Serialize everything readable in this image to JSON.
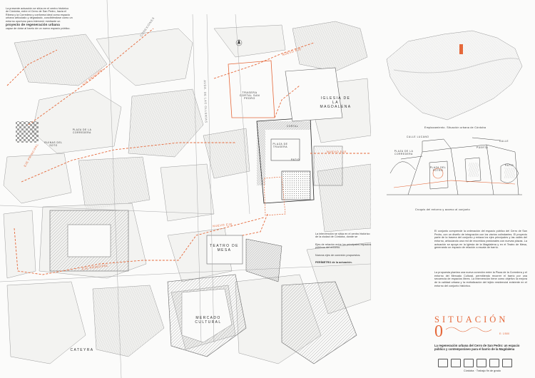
{
  "intro_text": {
    "lines": [
      "La presente actuación se sitúa en el centro histórico",
      "de Córdoba, entre el Cerro de San Pedro, hacia el",
      "Ribera y la Corredera y conforma ideal como espacio",
      "urbano articulado y degradado, concibiéndose como un",
      "entorno oportuno para intervenir mediante un"
    ],
    "highlight": "proyecto de regeneración urbana",
    "tail": "capaz de dotar al barrio de un nuevo espacio público."
  },
  "streets": {
    "principal_nw": "EJE PRINCIPAL",
    "principal_w": "EJE PRINCIPAL",
    "principal_s": "EJE PRINCIPAL",
    "nuevo_n": "NUEVO EJE",
    "nuevo_e": "NUEVO EJE",
    "nuevo_s": "NUEVO EJE",
    "conexiones": "CONEXIONES",
    "vertical": "AVDA. DE LAS OLLERÍAS"
  },
  "places": {
    "trasera": "TRASERA CORTAL SAN PEDRO",
    "plaza_trasera": "PLAZA DE TRASERA",
    "iglesia": "IGLESIA DE LA MAGDALENA",
    "teatro": "TEATRO DE MESA",
    "mercado": "MERCADO CULTURAL",
    "cateyra": "CATEYRA",
    "ruinas": "RUINAS DEL SOTO",
    "plaza_corredera": "PLAZA DE LA CORREDERA",
    "cortal_label": "CORTAL",
    "patio": "PATIO"
  },
  "legend_notes": {
    "n1": "La intervención se sitúa en el centro histórico de la ciudad de Córdoba, donde se",
    "n2": "Ejes de relación entre los principales espacios públicos del entorno.",
    "n3": "Nuevos ejes de conexión propuestos.",
    "n4": "PERÍMETRO de la actuación."
  },
  "map_caption": "Emplazamiento. Situación urbana de Córdoba",
  "sketch_caption": "Croquis del entorno y acceso al conjunto",
  "sketch_labels": {
    "a": "PLAZA DE LA CORREDERA",
    "b": "PLAZA DEL POTRO",
    "c": "CALLE LUCANO",
    "d": "PUERTA",
    "e": "CALLE",
    "f": "PATIO"
  },
  "description": {
    "p1": "El conjunto comprende la ordenación del espacio público del Cerro de San Pedro, con un diseño de integración con los viarios colindantes. El proyecto parte de la trasera del conjunto y enlaza los ejes principales y las calles del entorno, articulando una red de recorridos peatonales con nuevas plazas. La actuación se apoya en la Iglesia de la Magdalena y en el Teatro de Mesa, generando un espacio de relación a escala de barrio.",
    "p2": "La propuesta plantea una nueva conexión entre la Plaza de la Corredera y el entorno del Mercado Cultural, permitiendo recorrer el barrio por una secuencia de espacios libres. La intervención tiene como objetivo la mejora de la calidad urbana y la revitalización del tejido residencial existente en el entorno del conjunto histórico."
  },
  "title": "SITUACIÓN",
  "title_number": "0",
  "subtitle": "La regeneración urbana del Cerro de San Pedro: un espacio público y contemporáneo para el barrio de la Magdalena",
  "footer_small": "Córdoba · Trabajo fin de grado",
  "scale_label": "E: 1/500",
  "colors": {
    "accent": "#e5683a",
    "ink": "#333333",
    "paper": "#fbfbfa"
  }
}
